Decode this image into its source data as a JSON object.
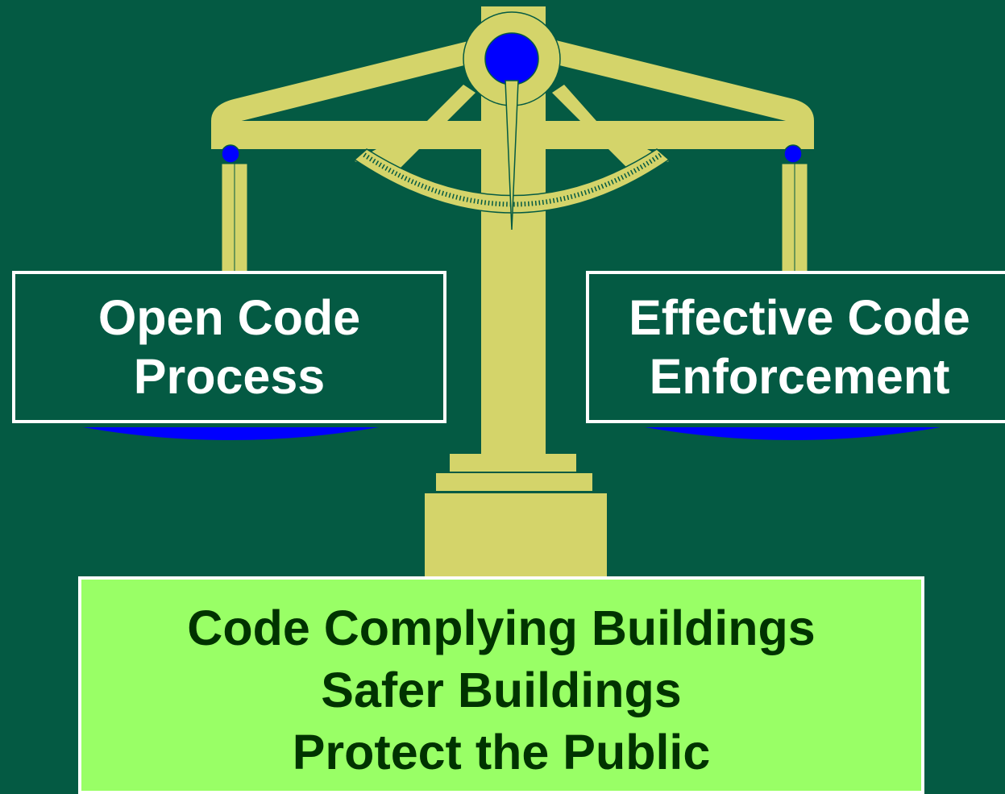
{
  "left_pan": {
    "lines": [
      "Open Code",
      "Process"
    ]
  },
  "right_pan": {
    "lines": [
      "Effective Code",
      "Enforcement"
    ]
  },
  "outcome": {
    "lines": [
      "Code Complying Buildings",
      "Safer Buildings",
      "Protect the Public"
    ]
  },
  "colors": {
    "background": "#045A43",
    "scale_gold": "#D4D46A",
    "pivot_blue": "#0000FF",
    "outcome_green": "#99FF66",
    "outcome_text": "#003300",
    "border_white": "#FFFFFF"
  }
}
